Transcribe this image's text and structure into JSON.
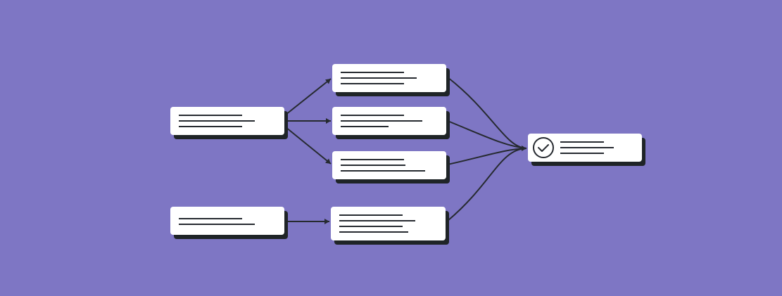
{
  "colors": {
    "background": "#7e76c4",
    "card": "#ffffff",
    "shadow": "#1f2427",
    "line": "#262a30"
  },
  "nodes": [
    {
      "id": "source-a",
      "kind": "placeholder-text",
      "lines": 3
    },
    {
      "id": "source-b",
      "kind": "placeholder-text",
      "lines": 2
    },
    {
      "id": "step-1",
      "kind": "placeholder-text",
      "lines": 3
    },
    {
      "id": "step-2",
      "kind": "placeholder-text",
      "lines": 3
    },
    {
      "id": "step-3",
      "kind": "placeholder-text",
      "lines": 3
    },
    {
      "id": "step-4",
      "kind": "placeholder-text",
      "lines": 4
    },
    {
      "id": "result",
      "kind": "placeholder-text",
      "lines": 3,
      "icon": "check-circle-icon"
    }
  ],
  "edges": [
    {
      "from": "source-a",
      "to": "step-1",
      "arrow": true
    },
    {
      "from": "source-a",
      "to": "step-2",
      "arrow": true
    },
    {
      "from": "source-a",
      "to": "step-3",
      "arrow": true
    },
    {
      "from": "source-b",
      "to": "step-4",
      "arrow": true
    },
    {
      "from": "step-1",
      "to": "result",
      "arrow": false
    },
    {
      "from": "step-2",
      "to": "result",
      "arrow": false
    },
    {
      "from": "step-3",
      "to": "result",
      "arrow": false
    },
    {
      "from": "step-4",
      "to": "result",
      "arrow": true
    }
  ]
}
